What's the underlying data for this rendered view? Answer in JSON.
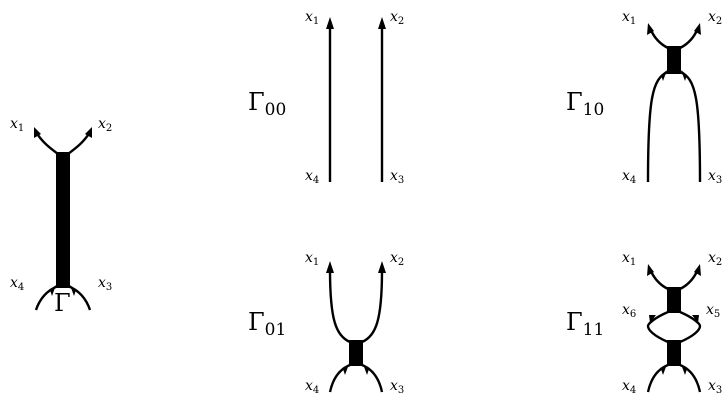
{
  "diagrams": [
    {
      "id": "gamma",
      "title_base": "Γ",
      "title_sub": "",
      "labels": [
        {
          "base": "x",
          "sub": "1"
        },
        {
          "base": "x",
          "sub": "2"
        },
        {
          "base": "x",
          "sub": "3"
        },
        {
          "base": "x",
          "sub": "4"
        }
      ]
    },
    {
      "id": "gamma00",
      "title_base": "Γ",
      "title_sub": "00",
      "labels": [
        {
          "base": "x",
          "sub": "1"
        },
        {
          "base": "x",
          "sub": "2"
        },
        {
          "base": "x",
          "sub": "3"
        },
        {
          "base": "x",
          "sub": "4"
        }
      ]
    },
    {
      "id": "gamma01",
      "title_base": "Γ",
      "title_sub": "01",
      "labels": [
        {
          "base": "x",
          "sub": "1"
        },
        {
          "base": "x",
          "sub": "2"
        },
        {
          "base": "x",
          "sub": "3"
        },
        {
          "base": "x",
          "sub": "4"
        }
      ]
    },
    {
      "id": "gamma10",
      "title_base": "Γ",
      "title_sub": "10",
      "labels": [
        {
          "base": "x",
          "sub": "1"
        },
        {
          "base": "x",
          "sub": "2"
        },
        {
          "base": "x",
          "sub": "3"
        },
        {
          "base": "x",
          "sub": "4"
        }
      ]
    },
    {
      "id": "gamma11",
      "title_base": "Γ",
      "title_sub": "11",
      "labels": [
        {
          "base": "x",
          "sub": "1"
        },
        {
          "base": "x",
          "sub": "2"
        },
        {
          "base": "x",
          "sub": "3"
        },
        {
          "base": "x",
          "sub": "4"
        },
        {
          "base": "x",
          "sub": "5"
        },
        {
          "base": "x",
          "sub": "6"
        }
      ]
    }
  ]
}
